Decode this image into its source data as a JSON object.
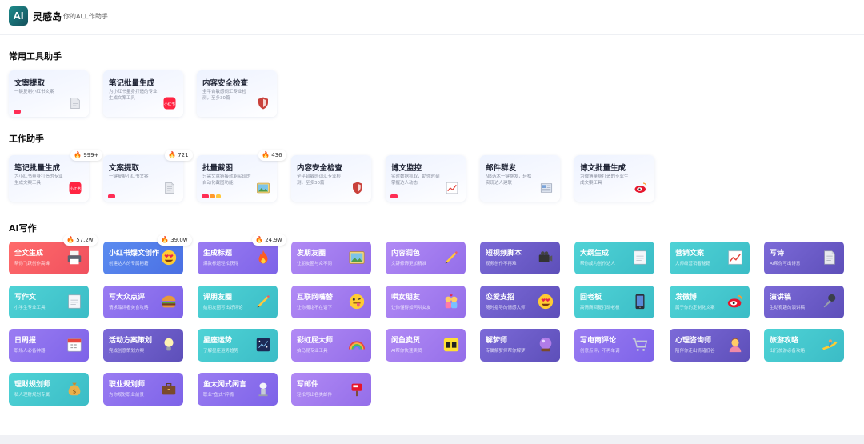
{
  "app": {
    "logo": "AI",
    "name": "灵感岛",
    "tagline": "你的AI工作助手"
  },
  "sections": {
    "common": "常用工具助手",
    "work": "工作助手",
    "ai_writing": "AI写作"
  },
  "common_tools": [
    {
      "title": "文案提取",
      "desc": "一键复制小红书文案",
      "icon": "document-icon",
      "hot": true
    },
    {
      "title": "笔记批量生成",
      "desc": "为小红书量身打造的专业生成文案工具",
      "icon": "xiaohongshu-icon"
    },
    {
      "title": "内容安全检查",
      "desc": "全平台敏感词汇专业检测，至多30篇",
      "icon": "shield-icon"
    }
  ],
  "work_tools": [
    {
      "title": "笔记批量生成",
      "desc": "为小红书量身打造的专业生成文案工具",
      "icon": "xiaohongshu-icon",
      "count": "999+"
    },
    {
      "title": "文案提取",
      "desc": "一键复制小红书文案",
      "icon": "document-icon",
      "count": "721",
      "hot": true
    },
    {
      "title": "批量截图",
      "desc": "只需文章链接就能实现的自动化截图功能",
      "icon": "image-icon",
      "count": "436",
      "hot": true
    },
    {
      "title": "内容安全检查",
      "desc": "全平台敏感词汇专业检测，至多30篇",
      "icon": "shield-icon"
    },
    {
      "title": "博文监控",
      "desc": "实时数据抓取，助你时刻掌握达人动态",
      "icon": "chart-icon",
      "hot": true
    },
    {
      "title": "邮件群发",
      "desc": "NB话术一键群发，轻松实现达人建联",
      "icon": "newspaper-icon"
    },
    {
      "title": "博文批量生成",
      "desc": "为微博量身打造的专业生成文案工具",
      "icon": "weibo-icon"
    }
  ],
  "ai_tools": [
    {
      "title": "全文生成",
      "desc": "帮你飞跃创作高峰",
      "icon": "printer-icon",
      "color": "red",
      "count": "57.2w"
    },
    {
      "title": "小红书爆文创作",
      "desc": "创建达人的专属秘籍",
      "icon": "heart-eyes-icon",
      "color": "blue",
      "count": "39.0w"
    },
    {
      "title": "生成标题",
      "desc": "爆款标题轻松获得",
      "icon": "fire-icon",
      "color": "violet",
      "count": "24.9w"
    },
    {
      "title": "发朋友圈",
      "desc": "让朋友圈与众不同",
      "icon": "picture-icon",
      "color": "purple"
    },
    {
      "title": "内容润色",
      "desc": "文辞修饰更加精准",
      "icon": "pencil-icon",
      "color": "purple"
    },
    {
      "title": "短视频脚本",
      "desc": "视频创作不再难",
      "icon": "camera-icon",
      "color": "indigo"
    },
    {
      "title": "大纲生成",
      "desc": "帮你成为创作达人",
      "icon": "notebook-icon",
      "color": "teal"
    },
    {
      "title": "营销文案",
      "desc": "大师级营销者秘籍",
      "icon": "trend-icon",
      "color": "teal"
    },
    {
      "title": "写诗",
      "desc": "AI帮你写出诗意",
      "icon": "page-icon",
      "color": "indigo"
    },
    {
      "title": "写作文",
      "desc": "小学生专业工具",
      "icon": "memo-icon",
      "color": "teal"
    },
    {
      "title": "写大众点评",
      "desc": "请求品评者美食攻略",
      "icon": "burger-icon",
      "color": "violet"
    },
    {
      "title": "评朋友圈",
      "desc": "给朋友圈写出好评论",
      "icon": "brush-icon",
      "color": "teal"
    },
    {
      "title": "互联网嘴替",
      "desc": "让你嘴炮不在话下",
      "icon": "tongue-icon",
      "color": "purple"
    },
    {
      "title": "哄女朋友",
      "desc": "让你懂得如何哄女友",
      "icon": "couple-icon",
      "color": "purple"
    },
    {
      "title": "恋爱支招",
      "desc": "随时指导的情感大师",
      "icon": "blush-icon",
      "color": "indigo"
    },
    {
      "title": "回老板",
      "desc": "高情商回复打动老板",
      "icon": "phone-icon",
      "color": "teal"
    },
    {
      "title": "发微博",
      "desc": "属于你的定制化文案",
      "icon": "weibo-icon",
      "color": "teal"
    },
    {
      "title": "演讲稿",
      "desc": "生动有趣的演讲稿",
      "icon": "microphone-icon",
      "color": "indigo"
    },
    {
      "title": "日周报",
      "desc": "职场人必备神器",
      "icon": "calendar-icon",
      "color": "violet"
    },
    {
      "title": "活动方案策划",
      "desc": "完成创意策划方案",
      "icon": "bulb-icon",
      "color": "indigo"
    },
    {
      "title": "星座运势",
      "desc": "了解星座运势趋势",
      "icon": "stars-icon",
      "color": "teal"
    },
    {
      "title": "彩虹屁大师",
      "desc": "拍马屁专业工具",
      "icon": "rainbow-icon",
      "color": "purple"
    },
    {
      "title": "闲鱼卖货",
      "desc": "AI帮你快速卖货",
      "icon": "xianyu-icon",
      "color": "purple"
    },
    {
      "title": "解梦师",
      "desc": "专属解梦师帮你解梦",
      "icon": "crystal-ball-icon",
      "color": "indigo"
    },
    {
      "title": "写电商评论",
      "desc": "创意点评，不再单调",
      "icon": "cart-icon",
      "color": "violet"
    },
    {
      "title": "心理咨询师",
      "desc": "陪伴你走出情绪低谷",
      "icon": "counselor-icon",
      "color": "indigo"
    },
    {
      "title": "旅游攻略",
      "desc": "出行旅游必备攻略",
      "icon": "surf-icon",
      "color": "teal"
    },
    {
      "title": "理财规划师",
      "desc": "私人理财规划专属",
      "icon": "money-bag-icon",
      "color": "teal"
    },
    {
      "title": "职业规划师",
      "desc": "为你规划职业前景",
      "icon": "briefcase-icon",
      "color": "violet"
    },
    {
      "title": "鱼太闲式闲言",
      "desc": "职业\"鱼式\"碎嘴",
      "icon": "fish-icon",
      "color": "violet"
    },
    {
      "title": "写邮件",
      "desc": "轻松写出各类邮件",
      "icon": "mailbox-icon",
      "color": "purple"
    }
  ],
  "colors": {
    "red": "#f0505e",
    "blue": "#4a6fe3",
    "violet": "#7d63e8",
    "purple": "#946ee9",
    "teal": "#3bbcc6",
    "indigo": "#5d4fb9"
  }
}
